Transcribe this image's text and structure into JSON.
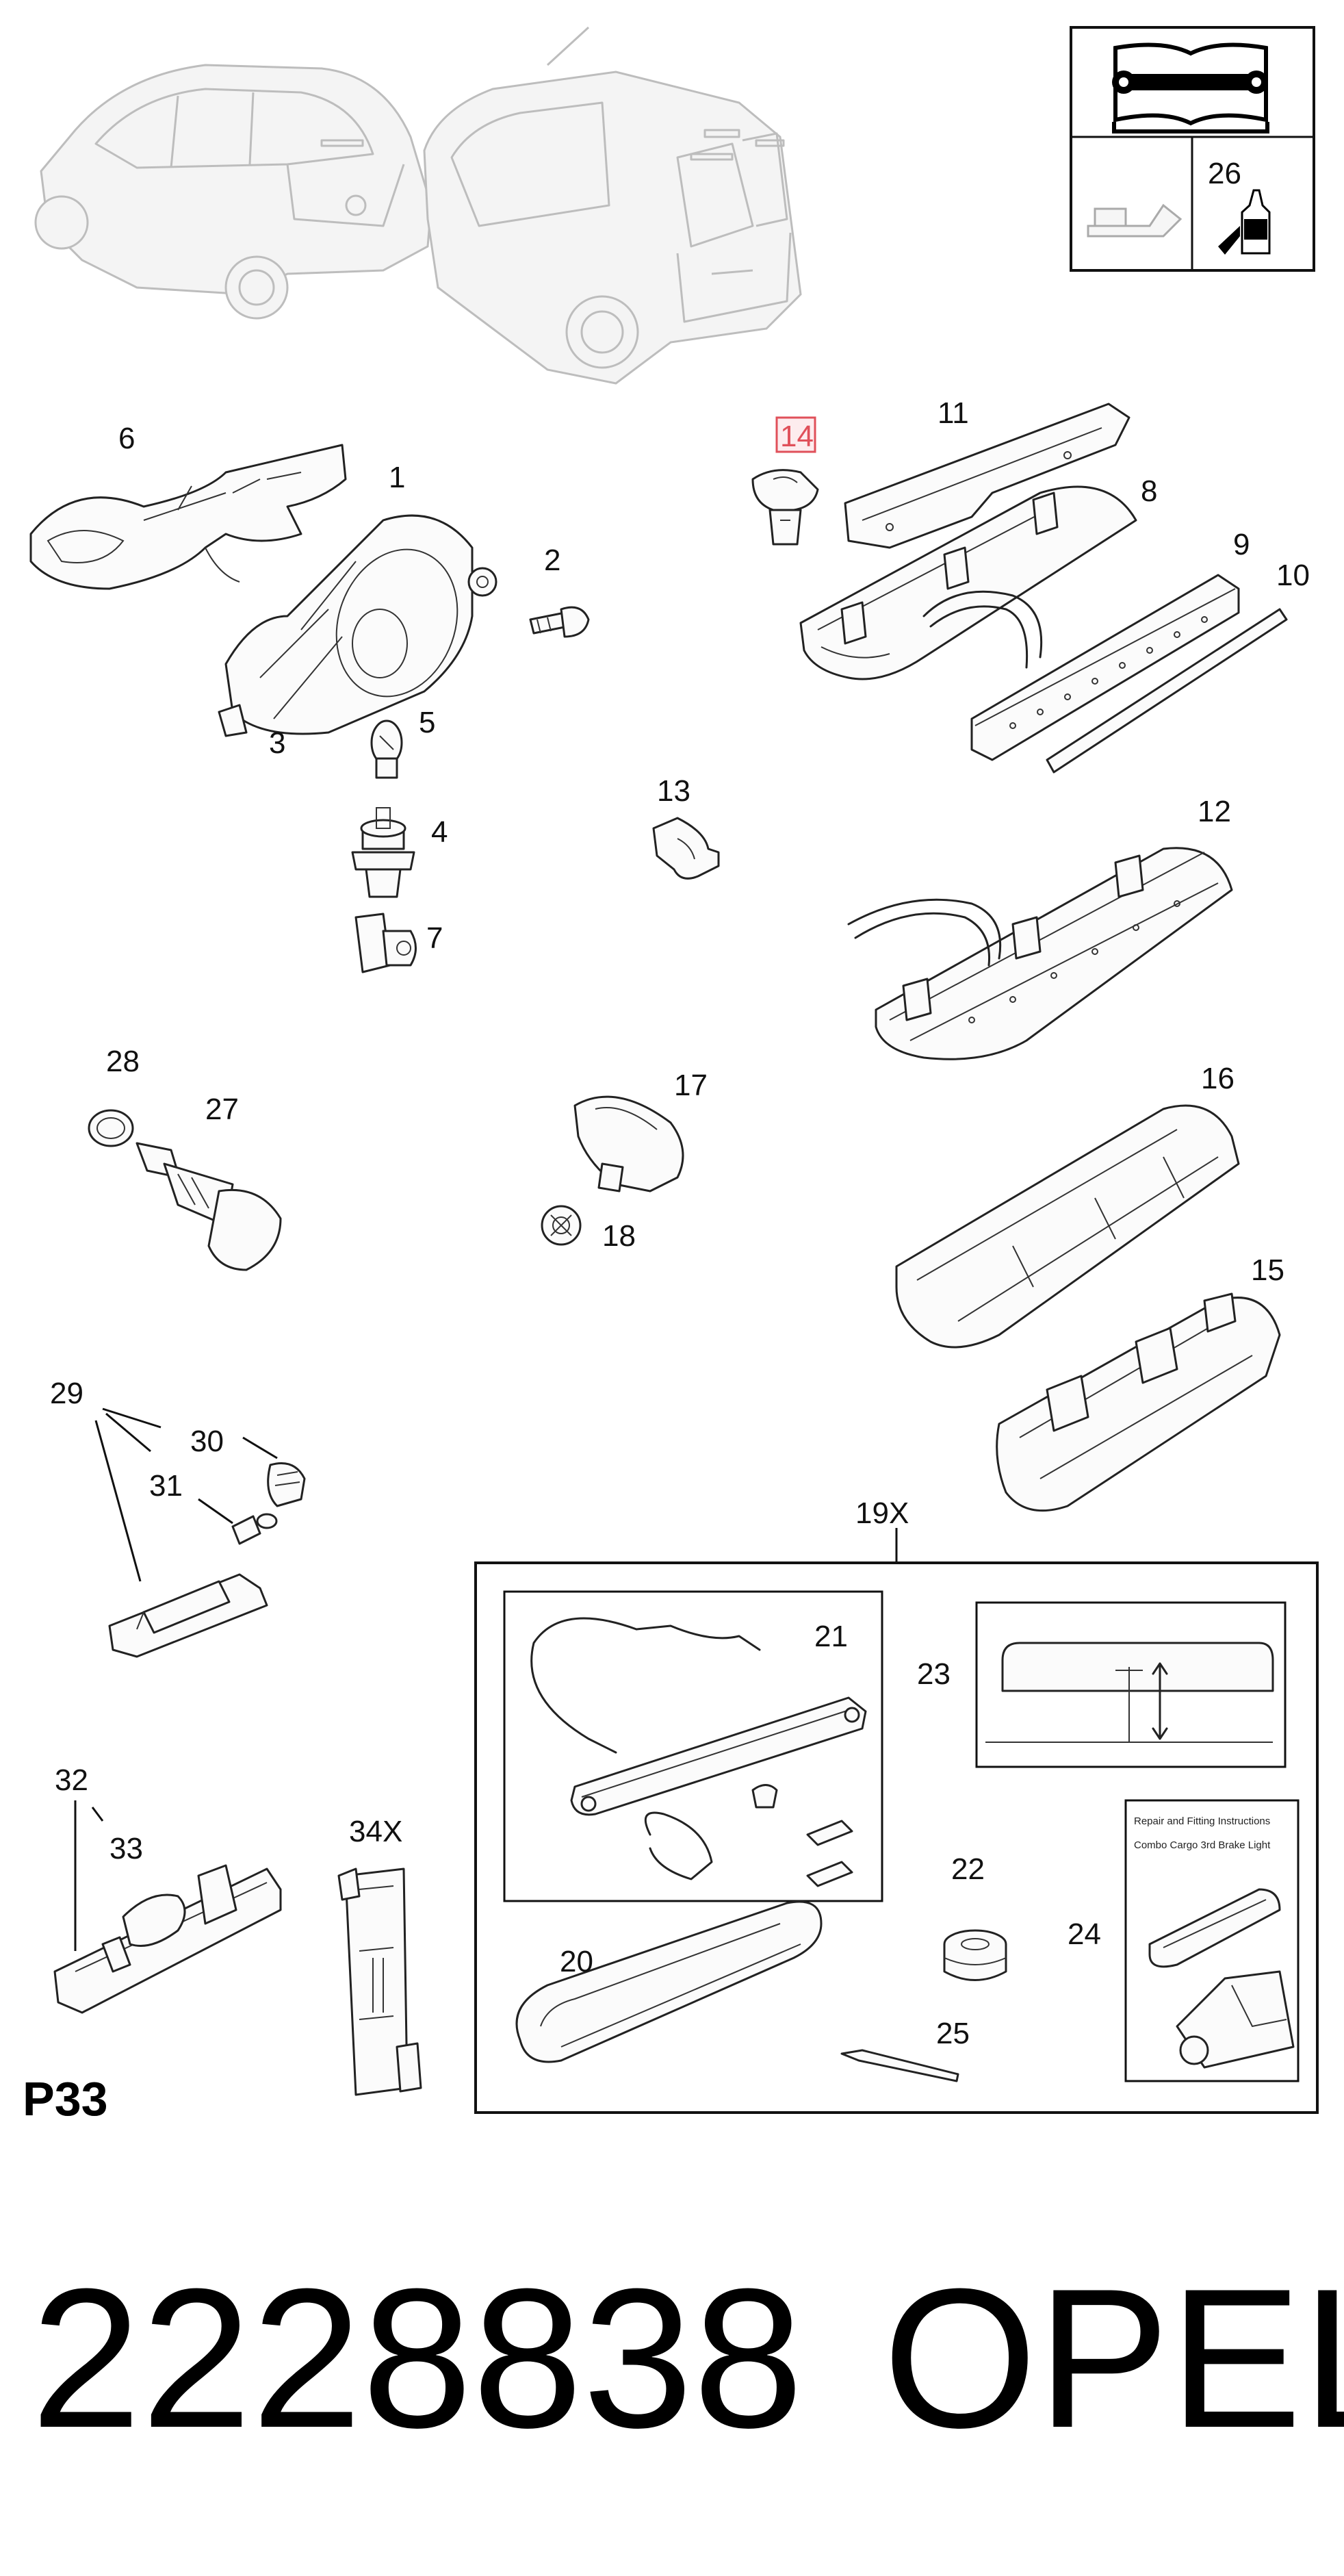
{
  "page_code": "P33",
  "part_number": "2228838",
  "brand": "OPEL",
  "highlighted_callout": "14",
  "colors": {
    "highlight": "#e0505a",
    "line": "#222222"
  },
  "icons": [
    "workshop-manual-icon",
    "oil-can-icon",
    "adhesive-bottle-icon"
  ],
  "callouts": {
    "c1": "1",
    "c2": "2",
    "c3": "3",
    "c4": "4",
    "c5": "5",
    "c6": "6",
    "c7": "7",
    "c8": "8",
    "c9": "9",
    "c10": "10",
    "c11": "11",
    "c12": "12",
    "c13": "13",
    "c14": "14",
    "c15": "15",
    "c16": "16",
    "c17": "17",
    "c18": "18",
    "c19": "19X",
    "c20": "20",
    "c21": "21",
    "c22": "22",
    "c23": "23",
    "c24": "24",
    "c25": "25",
    "c26": "26",
    "c27": "27",
    "c28": "28",
    "c29": "29",
    "c30": "30",
    "c31": "31",
    "c32": "32",
    "c33": "33",
    "c34": "34X"
  },
  "instruction_sheet": {
    "line1": "Repair and Fitting Instructions",
    "line2": "Combo Cargo 3rd Brake Light"
  }
}
